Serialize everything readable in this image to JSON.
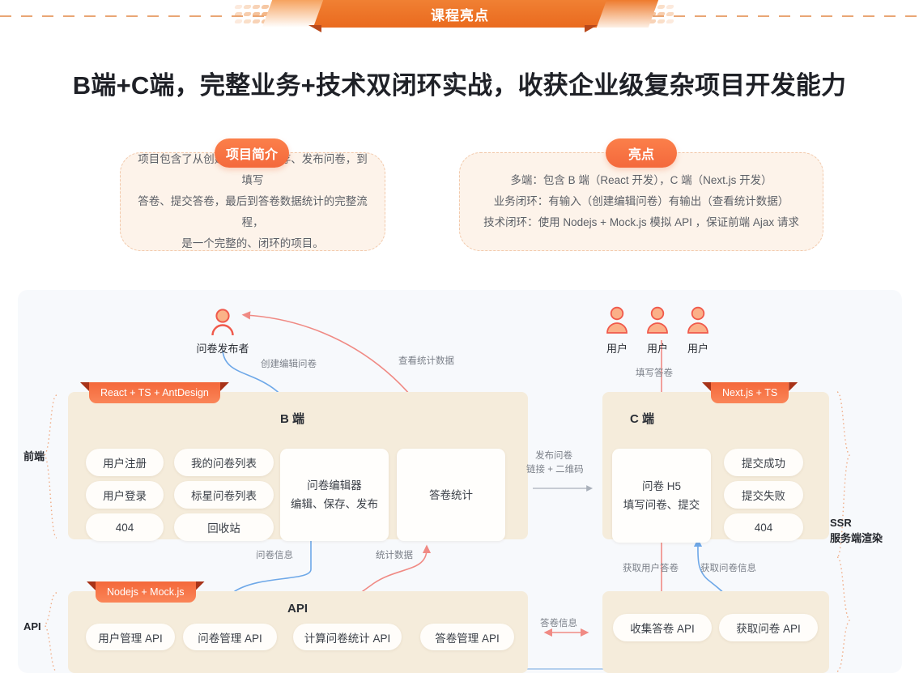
{
  "banner": {
    "title": "课程亮点"
  },
  "headline": "B端+C端，完整业务+技术双闭环实战，收获企业级复杂项目开发能力",
  "cards": {
    "intro": {
      "pill": "项目简介",
      "lines": [
        "项目包含了从创建、编辑、保存、发布问卷，到填写",
        "答卷、提交答卷，最后到答卷数据统计的完整流程，",
        "是一个完整的、闭环的项目。"
      ]
    },
    "highlight": {
      "pill": "亮点",
      "lines": [
        "多端：包含 B 端（React 开发），C 端（Next.js 开发）",
        "业务闭环：有输入（创建编辑问卷）有输出（查看统计数据）",
        "技术闭环：使用 Nodejs + Mock.js 模拟 API ，保证前端 Ajax 请求"
      ]
    }
  },
  "diagram": {
    "side_labels": {
      "frontend": "前端",
      "api": "API",
      "ssr_line1": "SSR",
      "ssr_line2": "服务端渲染"
    },
    "actors": {
      "publisher": "问卷发布者",
      "users": [
        "用户",
        "用户",
        "用户"
      ]
    },
    "groups": {
      "bend": {
        "tag": "React + TS + AntDesign",
        "title": "B 端"
      },
      "cend": {
        "tag": "Next.js + TS",
        "title": "C 端"
      },
      "api": {
        "tag": "Nodejs + Mock.js",
        "title": "API"
      }
    },
    "bend_nodes": [
      "用户注册",
      "我的问卷列表",
      "用户登录",
      "标星问卷列表",
      "404",
      "回收站"
    ],
    "bend_boxes": [
      {
        "line1": "问卷编辑器",
        "line2": "编辑、保存、发布"
      },
      {
        "line1": "答卷统计",
        "line2": ""
      }
    ],
    "cend_box": {
      "line1": "问卷 H5",
      "line2": "填写问卷、提交"
    },
    "cend_nodes": [
      "提交成功",
      "提交失败",
      "404"
    ],
    "api_nodes": [
      "用户管理 API",
      "问卷管理 API",
      "计算问卷统计 API",
      "答卷管理 API"
    ],
    "capi_nodes": [
      "收集答卷 API",
      "获取问卷 API"
    ],
    "edge_labels": {
      "create_edit": "创建编辑问卷",
      "view_stats": "查看统计数据",
      "fill_answer": "填写答卷",
      "publish_l1": "发布问卷",
      "publish_l2": "链接 + 二维码",
      "survey_info": "问卷信息",
      "stats_data": "统计数据",
      "get_user_answer": "获取用户答卷",
      "get_survey_info": "获取问卷信息",
      "answer_info": "答卷信息"
    }
  },
  "colors": {
    "orange": "#f4683a",
    "orange_light": "#fa8558",
    "blue": "#6ea8e8",
    "red": "#f08a84",
    "panel": "#f7f9fc",
    "group": "#f5ecdb"
  }
}
